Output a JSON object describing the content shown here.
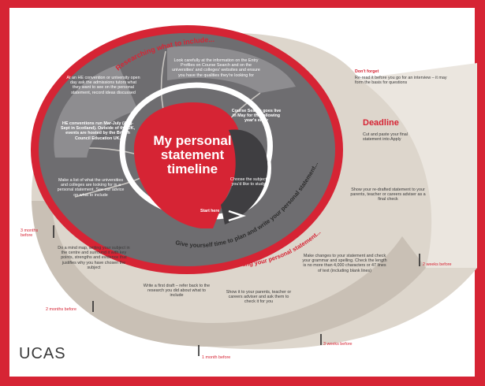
{
  "title": {
    "line1": "My personal",
    "line2": "statement",
    "line3": "timeline"
  },
  "start": "Start here",
  "arcs": {
    "researching": "Researching what to include...",
    "give_time": "Give yourself time to plan and write your personal statement...",
    "writing": "Writing your personal statement..."
  },
  "research_steps": {
    "entry_profiles": "Look carefully at the information on the Entry Profiles on Course Search and on the universities' and colleges' websites and ensure you have the qualities they're looking for",
    "course_search": "Course Search goes live in May for the following year's entry",
    "choose_subject": "Choose the subject you'd like to study",
    "he_convention": "At an HE convention or university open day ask the admissions tutors what they want to see on the personal statement, record ideas discussed",
    "conventions_run": "HE conventions run Mar-July (Aug-Sept in Scotland). Outside of the UK, events are hosted by the British Council Education UK.",
    "make_list": "Make a list of what the universities and colleges are looking for in a personal statement. See our advice on what to include"
  },
  "writing_steps": {
    "mind_map": "Do a mind map, writing your subject in the centre and surround it with key points, strengths and evidence that justifies why you have chosen the subject",
    "first_draft": "Write a first draft – refer back to the research you did about what to include",
    "show_it": "Show it to your parents, teacher or careers adviser and ask them to check it for you",
    "make_changes": "Make changes to your statement and check your grammar and spelling. Check the length is no more than 4,000 characters or 47 lines of text (including blank lines)",
    "redrafted": "Show your re-drafted statement to your parents, teacher or careers adviser as a final check",
    "cut_paste": "Cut and paste your final statement into Apply"
  },
  "deadline": "Deadline",
  "dont_forget": {
    "title": "Don't forget",
    "text": "Re-read it before you go for an interview – it may form the basis for questions"
  },
  "time_markers": {
    "three_months": "3 months before",
    "two_months": "2 months before",
    "one_month": "1 month before",
    "three_weeks": "3 weeks before",
    "two_weeks": "2 weeks before"
  },
  "logo": "UCAS",
  "colors": {
    "brand_red": "#d62434",
    "dark_grey": "#5c5c5f",
    "mid_grey": "#8a8a8c",
    "taupe": "#bfb6ab",
    "light_taupe": "#ddd6cc",
    "paper": "#f7f5f2"
  }
}
